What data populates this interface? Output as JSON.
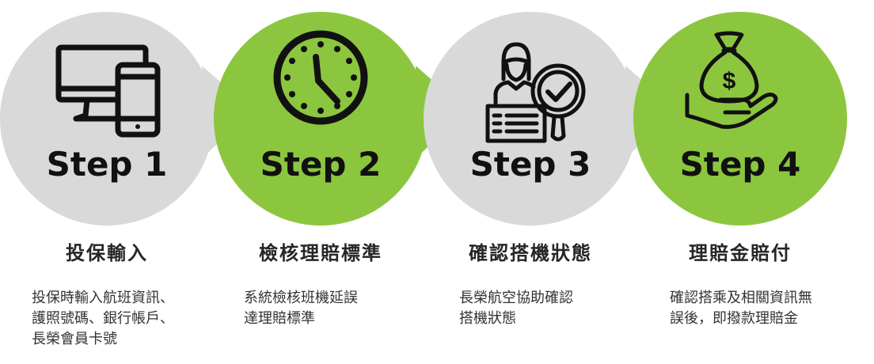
{
  "steps": [
    {
      "badge": "Step 1",
      "title": "投保輸入",
      "description": "投保時輸入航班資訊、\n護照號碼、銀行帳戶、\n長榮會員卡號",
      "icon": "devices-icon",
      "circle_color": "#d9d9d9"
    },
    {
      "badge": "Step 2",
      "title": "檢核理賠標準",
      "description": "系統檢核班機延誤\n達理賠標準",
      "icon": "clock-icon",
      "circle_color": "#8cc63f"
    },
    {
      "badge": "Step 3",
      "title": "確認搭機狀態",
      "description": "長榮航空協助確認\n搭機狀態",
      "icon": "inspection-icon",
      "circle_color": "#d9d9d9"
    },
    {
      "badge": "Step 4",
      "title": "理賠金賠付",
      "description": "確認搭乘及相關資訊無\n誤後，即撥款理賠金",
      "icon": "money-bag-hand-icon",
      "circle_color": "#8cc63f"
    }
  ],
  "colors": {
    "gray": "#d9d9d9",
    "green": "#8cc63f",
    "icon": "#111111"
  }
}
